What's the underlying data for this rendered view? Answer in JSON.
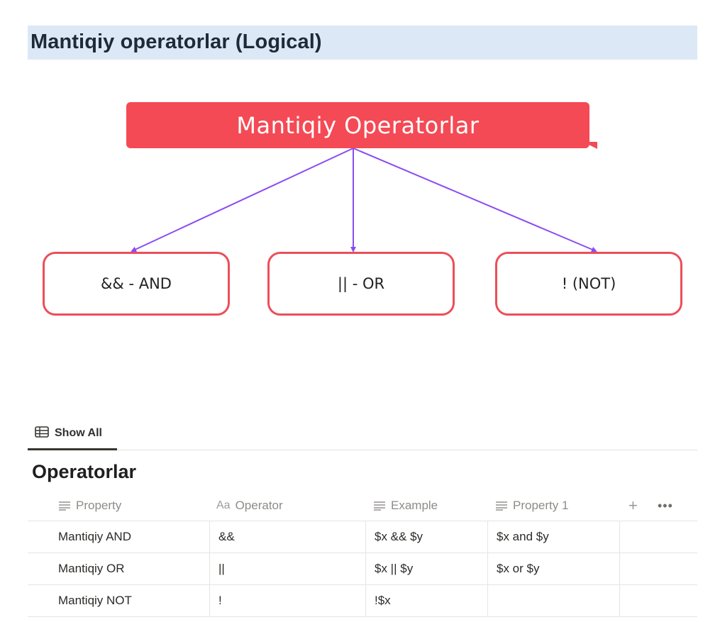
{
  "page": {
    "heading": "Mantiqiy operatorlar (Logical)"
  },
  "mindmap": {
    "root": "Mantiqiy Operatorlar",
    "nodes": [
      "&& - AND",
      "|| - OR",
      "!  (NOT)"
    ],
    "colors": {
      "root_fill": "#f44a55",
      "node_border": "#ec4e5a",
      "connector": "#8b4cf2"
    }
  },
  "views": {
    "active_tab": "Show All",
    "tab_icon": "table-icon"
  },
  "database": {
    "title": "Operatorlar",
    "columns": [
      {
        "label": "Property",
        "icon": "text-lines-icon"
      },
      {
        "label": "Operator",
        "icon": "title-aa-icon",
        "icon_text": "Aa"
      },
      {
        "label": "Example",
        "icon": "text-lines-icon"
      },
      {
        "label": "Property 1",
        "icon": "text-lines-icon"
      }
    ],
    "add_column": "+",
    "more": "•••",
    "rows": [
      {
        "property": "Mantiqiy AND",
        "operator": "&&",
        "example": "$x && $y",
        "property1": "$x and $y"
      },
      {
        "property": "Mantiqiy OR",
        "operator": "||",
        "example": "$x || $y",
        "property1": "$x or $y"
      },
      {
        "property": "Mantiqiy NOT",
        "operator": "!",
        "example": "!$x",
        "property1": ""
      }
    ]
  }
}
